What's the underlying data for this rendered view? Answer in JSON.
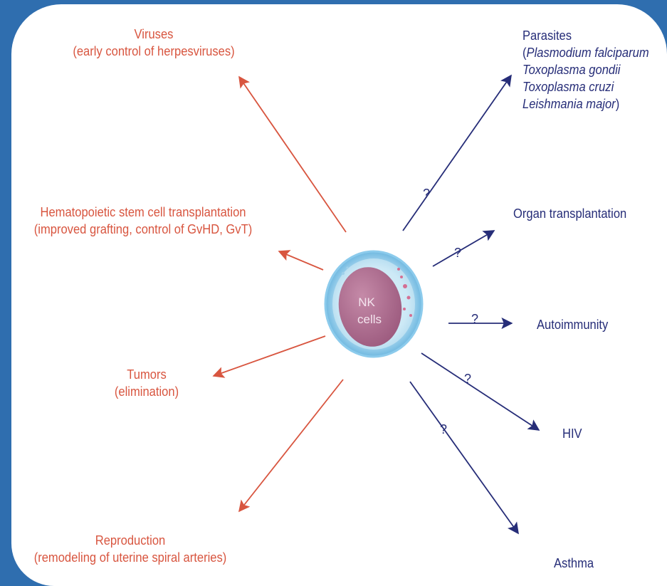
{
  "center_cell": {
    "line1": "NK",
    "line2": "cells"
  },
  "left_targets": {
    "viruses": {
      "title": "Viruses",
      "detail": "(early control of herpesviruses)"
    },
    "hsct": {
      "title": "Hematopoietic stem cell transplantation",
      "detail": "(improved grafting, control of GvHD, GvT)"
    },
    "tumors": {
      "title": "Tumors",
      "detail": "(elimination)"
    },
    "reproduction": {
      "title": "Reproduction",
      "detail": "(remodeling of uterine spiral arteries)"
    }
  },
  "right_targets": {
    "parasites": {
      "title": "Parasites",
      "open_paren": "(",
      "items": [
        "Plasmodium falciparum",
        "Toxoplasma gondii",
        "Toxoplasma cruzi",
        "Leishmania major"
      ],
      "close_paren": ")"
    },
    "organ": {
      "title": "Organ transplantation"
    },
    "autoimmunity": {
      "title": "Autoimmunity"
    },
    "hiv": {
      "title": "HIV"
    },
    "asthma": {
      "title": "Asthma"
    }
  },
  "question_mark": "?",
  "colors": {
    "established": "#d8553f",
    "uncertain": "#262d78",
    "background": "#2f6eaf"
  }
}
